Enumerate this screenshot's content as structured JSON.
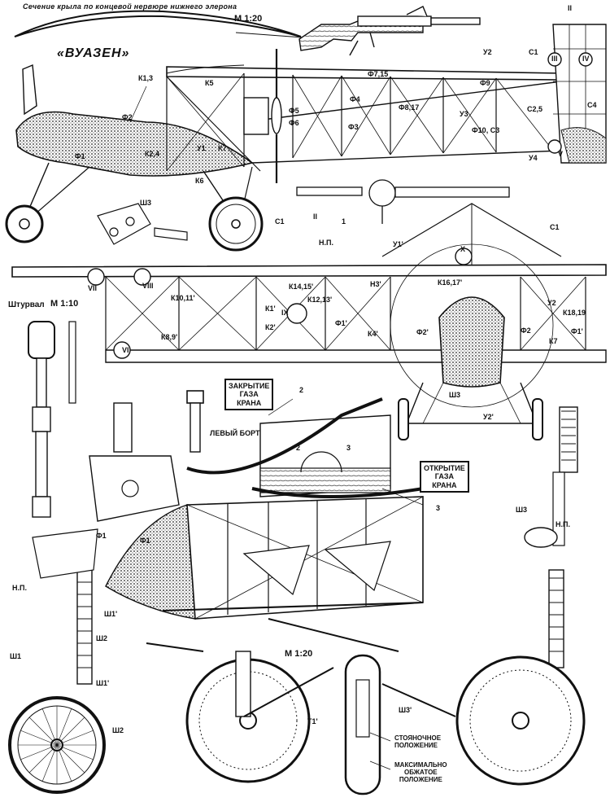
{
  "header": {
    "section_title": "Сечение крыла по концевой нервюре нижнего элерона",
    "scale_top": "М 1:20",
    "aircraft_name": "«ВУАЗЕН»",
    "tiller_title": "Штурвал",
    "tiller_scale": "М 1:10",
    "bottom_scale": "М 1:20"
  },
  "signs": {
    "closed": [
      "ЗАКРЫТИЕ",
      "ГАЗА",
      "КРАНА"
    ],
    "open": [
      "ОТКРЫТИЕ",
      "ГАЗА",
      "КРАНА"
    ]
  },
  "texts": {
    "left_side": "ЛЕВЫЙ БОРТ",
    "parking": [
      "СТОЯНОЧНОЕ",
      "ПОЛОЖЕНИЕ"
    ],
    "max_compressed": [
      "МАКСИМАЛЬНО",
      "ОБЖАТОЕ",
      "ПОЛОЖЕНИЕ"
    ]
  },
  "callouts": {
    "k13": "К1,3",
    "f2": "Ф2",
    "k5": "К5",
    "f715": "Ф7,15",
    "f9": "Ф9",
    "y2a": "У2",
    "c1a": "С1",
    "r2": "II",
    "r3": "III",
    "r4": "IV",
    "f5": "Ф5",
    "f6": "Ф6",
    "f4": "Ф4",
    "f817": "Ф8,17",
    "f3": "Ф3",
    "y3": "У3",
    "f10c3": "Ф10, С3",
    "c25": "С2,5",
    "c4": "С4",
    "f1a": "Ф1",
    "k24": "К2,4",
    "y1": "У1",
    "k7": "К7",
    "k6": "К6",
    "y4": "У4",
    "r5": "V",
    "sh3a": "Ш3",
    "c1b": "С1",
    "r2b": "II",
    "np1": "Н.П.",
    "n1": "1",
    "y1p": "У1'",
    "c1c": "С1",
    "r7": "VII",
    "r8": "VIII",
    "k1011": "К10,11'",
    "k1415": "К14,15'",
    "k1213": "К12,13'",
    "k1p": "К1'",
    "r9": "IX",
    "k2p": "К2'",
    "f1p": "Ф1'",
    "k89": "К8,9'",
    "r6": "VI",
    "h3": "Н3'",
    "k1617": "К16,17'",
    "rx": "X",
    "k4p": "К4'",
    "f2p": "Ф2'",
    "f2b": "Ф2",
    "y2p": "У2",
    "k1819": "К18,19",
    "f1b": "Ф1'",
    "k7b": "К7",
    "sh3b": "Ш3",
    "y2b": "У2'",
    "n2a": "2",
    "n2b": "2",
    "n3a": "3",
    "n3b": "3",
    "sh3c": "Ш3",
    "np2": "Н.П.",
    "f1c": "Ф1",
    "f1d": "Ф1",
    "np3": "Н.П.",
    "sh1p": "Ш1'",
    "sh1": "Ш1",
    "sh2": "Ш2",
    "sh1pp": "Ш1'",
    "sh2b": "Ш2",
    "t1": "Т1'",
    "sh3d": "Ш3'"
  }
}
